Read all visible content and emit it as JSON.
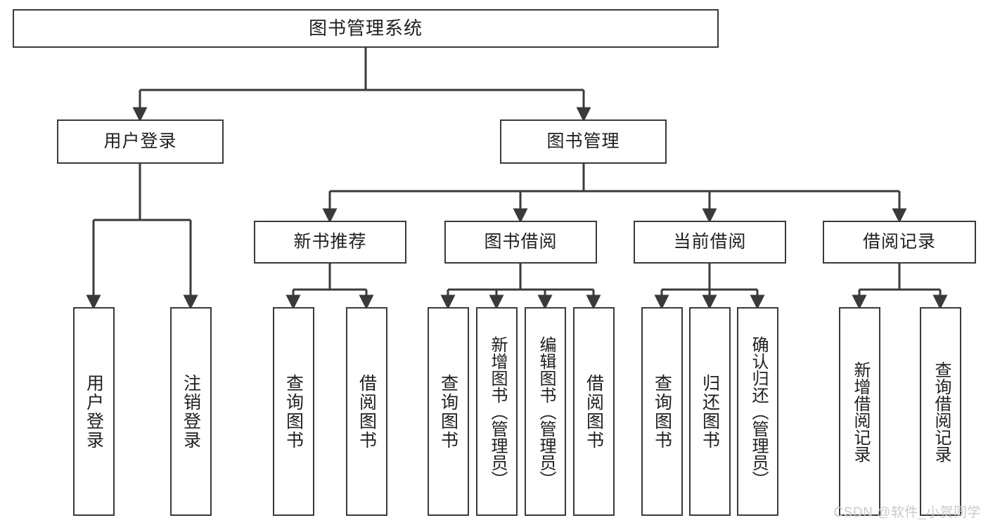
{
  "diagram": {
    "title": "图书管理系统",
    "type": "tree",
    "colors": {
      "box_border": "#3a3a3a",
      "box_fill": "#ffffff",
      "edge": "#3a3a3a",
      "text": "#1f1f1f",
      "watermark": "#c9c9c9"
    },
    "root": {
      "label": "图书管理系统"
    },
    "level2": [
      {
        "label": "用户登录"
      },
      {
        "label": "图书管理"
      }
    ],
    "level3": [
      {
        "label": "新书推荐"
      },
      {
        "label": "图书借阅"
      },
      {
        "label": "当前借阅"
      },
      {
        "label": "借阅记录"
      }
    ],
    "leaves": [
      {
        "label": "用户登录",
        "parent": "用户登录"
      },
      {
        "label": "注销登录",
        "parent": "用户登录"
      },
      {
        "label": "查询图书",
        "parent": "新书推荐"
      },
      {
        "label": "借阅图书",
        "parent": "新书推荐"
      },
      {
        "label": "查询图书",
        "parent": "图书借阅"
      },
      {
        "label": "新增图书（管理员）",
        "parent": "图书借阅"
      },
      {
        "label": "编辑图书（管理员）",
        "parent": "图书借阅"
      },
      {
        "label": "借阅图书",
        "parent": "图书借阅"
      },
      {
        "label": "查询图书",
        "parent": "当前借阅"
      },
      {
        "label": "归还图书",
        "parent": "当前借阅"
      },
      {
        "label": "确认归还（管理员）",
        "parent": "当前借阅"
      },
      {
        "label": "新增借阅记录",
        "parent": "借阅记录"
      },
      {
        "label": "查询借阅记录",
        "parent": "借阅记录"
      }
    ],
    "watermark": "CSDN @软件_小贺同学"
  }
}
